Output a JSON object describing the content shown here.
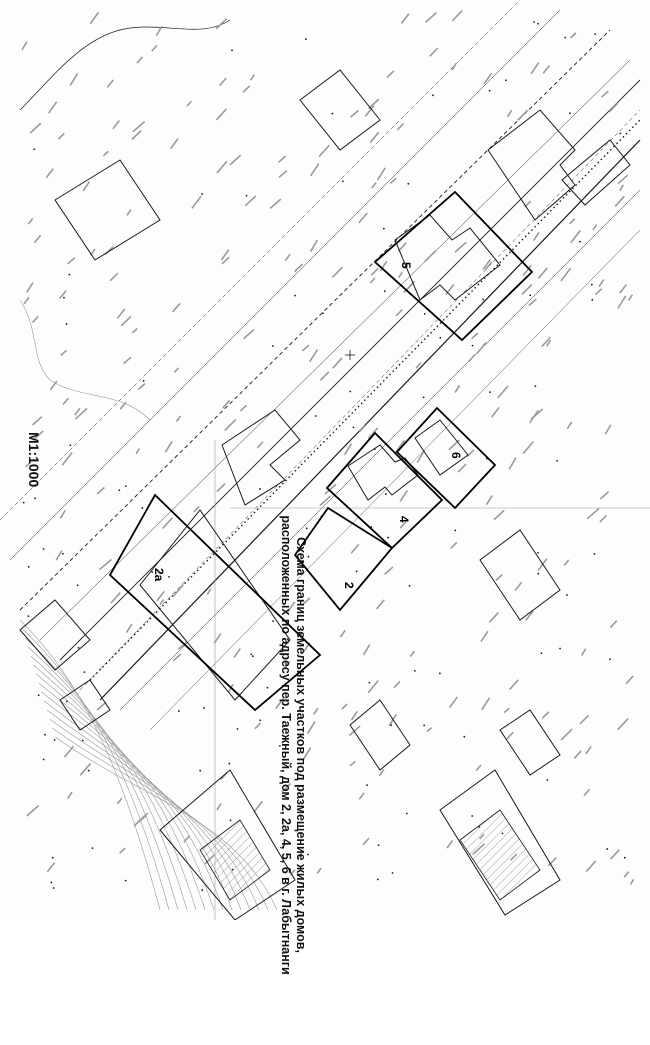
{
  "document": {
    "title_line1": "Схема границ земельных участков под размещение жилых домов,",
    "title_line2": "расположенных по адресу пер. Таежный, дом 2, 2а, 4, 5, 6 в г. Лабытнанги",
    "scale": "М1:1000"
  },
  "map": {
    "plots": [
      {
        "id": "5",
        "label": "5"
      },
      {
        "id": "6",
        "label": "6"
      },
      {
        "id": "4",
        "label": "4"
      },
      {
        "id": "2",
        "label": "2"
      },
      {
        "id": "2a",
        "label": "2а"
      }
    ],
    "colors": {
      "ink": "#1a1a1a",
      "faint": "#9a9a9a",
      "boundary": "#000000"
    }
  }
}
